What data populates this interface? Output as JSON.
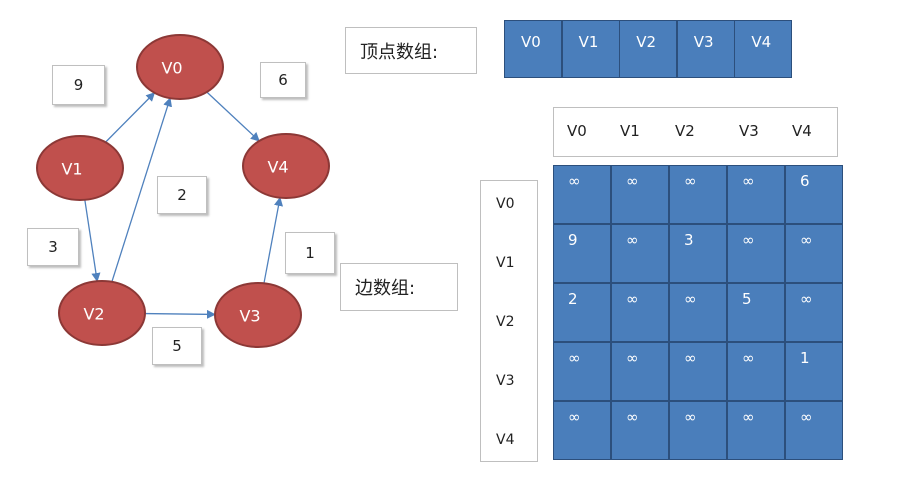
{
  "graph": {
    "nodes": [
      {
        "id": "V0",
        "label": "V0"
      },
      {
        "id": "V1",
        "label": "V1"
      },
      {
        "id": "V2",
        "label": "V2"
      },
      {
        "id": "V3",
        "label": "V3"
      },
      {
        "id": "V4",
        "label": "V4"
      }
    ],
    "edges": [
      {
        "from": "V1",
        "to": "V0",
        "weight": "9"
      },
      {
        "from": "V0",
        "to": "V4",
        "weight": "6"
      },
      {
        "from": "V2",
        "to": "V0",
        "weight": "2"
      },
      {
        "from": "V1",
        "to": "V2",
        "weight": "3"
      },
      {
        "from": "V3",
        "to": "V4",
        "weight": "1"
      },
      {
        "from": "V2",
        "to": "V3",
        "weight": "5"
      }
    ],
    "colors": {
      "node_fill": "#c0504d",
      "node_stroke": "#8c3836",
      "edge": "#4f81bd",
      "cell_fill": "#4a7ebb"
    }
  },
  "vertex_array": {
    "title": "顶点数组:",
    "cells": [
      "V0",
      "V1",
      "V2",
      "V3",
      "V4"
    ]
  },
  "edge_array": {
    "title": "边数组:",
    "col_headers": [
      "V0",
      "V1",
      "V2",
      "V3",
      "V4"
    ],
    "row_headers": [
      "V0",
      "V1",
      "V2",
      "V3",
      "V4"
    ],
    "matrix": [
      [
        "∞",
        "∞",
        "∞",
        "∞",
        "6"
      ],
      [
        "9",
        "∞",
        "3",
        "∞",
        "∞"
      ],
      [
        "2",
        "∞",
        "∞",
        "5",
        "∞"
      ],
      [
        "∞",
        "∞",
        "∞",
        "∞",
        "1"
      ],
      [
        "∞",
        "∞",
        "∞",
        "∞",
        "∞"
      ]
    ]
  }
}
